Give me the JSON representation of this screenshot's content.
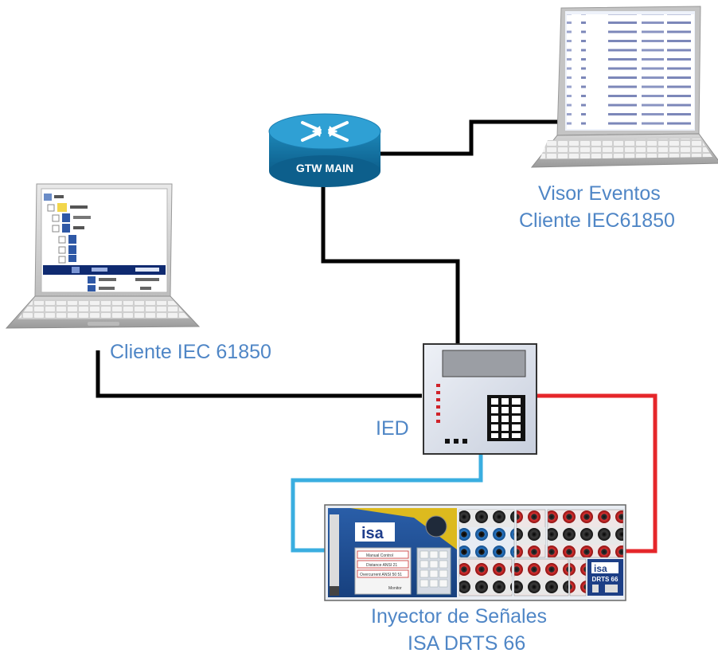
{
  "router": {
    "label": "GTW MAIN"
  },
  "labels": {
    "viewer_line1": "Visor Eventos",
    "viewer_line2": "Cliente IEC61850",
    "client": "Cliente IEC 61850",
    "ied": "IED",
    "injector_line1": "Inyector de Señales",
    "injector_line2": "ISA DRTS 66"
  },
  "device": {
    "brand": "isa",
    "model": "DRTS 66",
    "menu": [
      "Manual Control",
      "Distance ANSI 21",
      "Overcurrent ANSI 50 51",
      "Monitor"
    ]
  },
  "colors": {
    "link_ethernet": "#000000",
    "link_current": "#e5262a",
    "link_voltage": "#3aaee0",
    "label_text": "#4f86c6"
  }
}
